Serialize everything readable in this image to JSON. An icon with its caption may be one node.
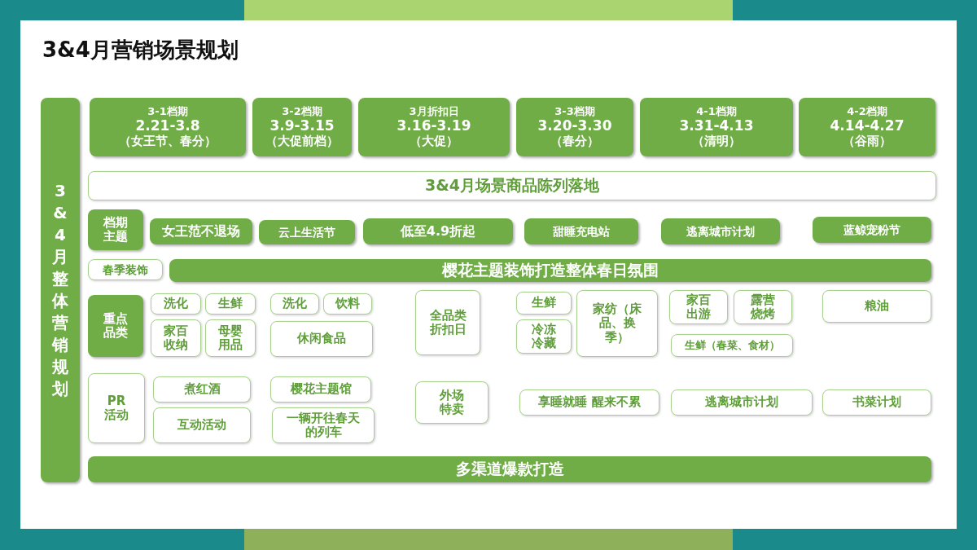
{
  "diagram": {
    "title": "3&4月营销场景规划",
    "nodes": [
      {
        "text": [
          "3&4月整体营销规划"
        ]
      },
      {
        "text": [
          "3-1档期",
          "2.21-3.8",
          "（女王节、春分）"
        ]
      },
      {
        "text": [
          "3-2档期",
          "3.9-3.15",
          "（大促前档）"
        ]
      },
      {
        "text": [
          "3月折扣日",
          "3.16-3.19",
          "（大促）"
        ]
      },
      {
        "text": [
          "3-3档期",
          "3.20-3.30",
          "（春分）"
        ]
      },
      {
        "text": [
          "4-1档期",
          "3.31-4.13",
          "（清明）"
        ]
      },
      {
        "text": [
          "4-2档期",
          "4.14-4.27",
          "（谷雨）"
        ]
      },
      {
        "text": [
          "3&4月场景商品陈列落地"
        ]
      },
      {
        "text": [
          "档期主题"
        ]
      },
      {
        "text": [
          "女王范不退场"
        ]
      },
      {
        "text": [
          "云上生活节"
        ]
      },
      {
        "text": [
          "低至4.9折起"
        ]
      },
      {
        "text": [
          "甜睡充电站"
        ]
      },
      {
        "text": [
          "逃离城市计划"
        ]
      },
      {
        "text": [
          "蓝鲸宠粉节"
        ]
      },
      {
        "text": [
          "春季装饰"
        ]
      },
      {
        "text": [
          "樱花主题装饰打造整体春日氛围"
        ]
      },
      {
        "text": [
          "重点品类"
        ]
      },
      {
        "text": [
          "洗化"
        ]
      },
      {
        "text": [
          "生鲜"
        ]
      },
      {
        "text": [
          "家百收纳"
        ]
      },
      {
        "text": [
          "母婴用品"
        ]
      },
      {
        "text": [
          "洗化"
        ]
      },
      {
        "text": [
          "饮料"
        ]
      },
      {
        "text": [
          "休闲食品"
        ]
      },
      {
        "text": [
          "全品类折扣日"
        ]
      },
      {
        "text": [
          "生鲜"
        ]
      },
      {
        "text": [
          "冷冻冷藏"
        ]
      },
      {
        "text": [
          "家纺（床品、换季）"
        ]
      },
      {
        "text": [
          "家百出游"
        ]
      },
      {
        "text": [
          "露营烧烤"
        ]
      },
      {
        "text": [
          "生鲜（春菜、食材）"
        ]
      },
      {
        "text": [
          "粮油"
        ]
      },
      {
        "text": [
          "PR活动"
        ]
      },
      {
        "text": [
          "煮红酒"
        ]
      },
      {
        "text": [
          "互动活动"
        ]
      },
      {
        "text": [
          "樱花主题馆"
        ]
      },
      {
        "text": [
          "一辆开往春天的列车"
        ]
      },
      {
        "text": [
          "外场特卖"
        ]
      },
      {
        "text": [
          "享睡就睡 醒来不累"
        ]
      },
      {
        "text": [
          "逃离城市计划"
        ]
      },
      {
        "text": [
          "书菜计划"
        ]
      },
      {
        "text": [
          "多渠道爆款打造"
        ]
      }
    ]
  }
}
